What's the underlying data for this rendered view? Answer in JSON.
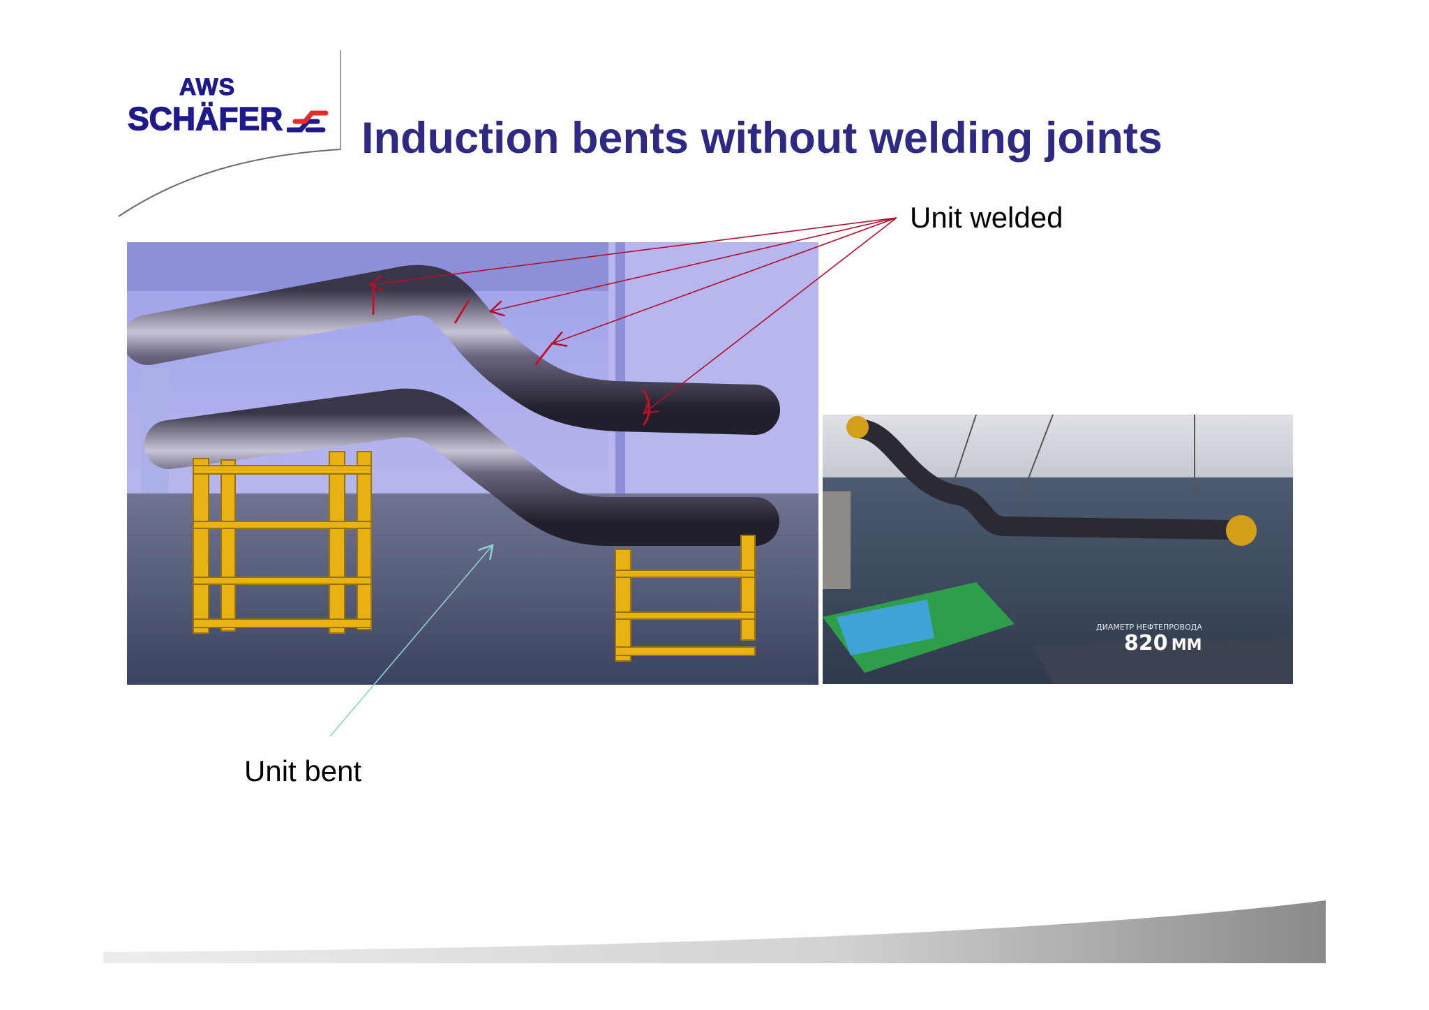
{
  "logo": {
    "line1": "AWS",
    "line2": "SCHÄFER"
  },
  "slide": {
    "title": "Induction bents without welding joints"
  },
  "callouts": {
    "welded": "Unit welded",
    "bent": "Unit bent"
  },
  "photo_right": {
    "caption_label": "ДИАМЕТР НЕФТЕПРОВОДА",
    "caption_value": "820",
    "caption_unit": "ММ"
  },
  "colors": {
    "brand_blue": "#1f1a8c",
    "title_blue": "#2e2a84",
    "welded_arrow": "#b0102a",
    "bent_arrow": "#8fd1cf",
    "support_yellow": "#e8b214"
  }
}
